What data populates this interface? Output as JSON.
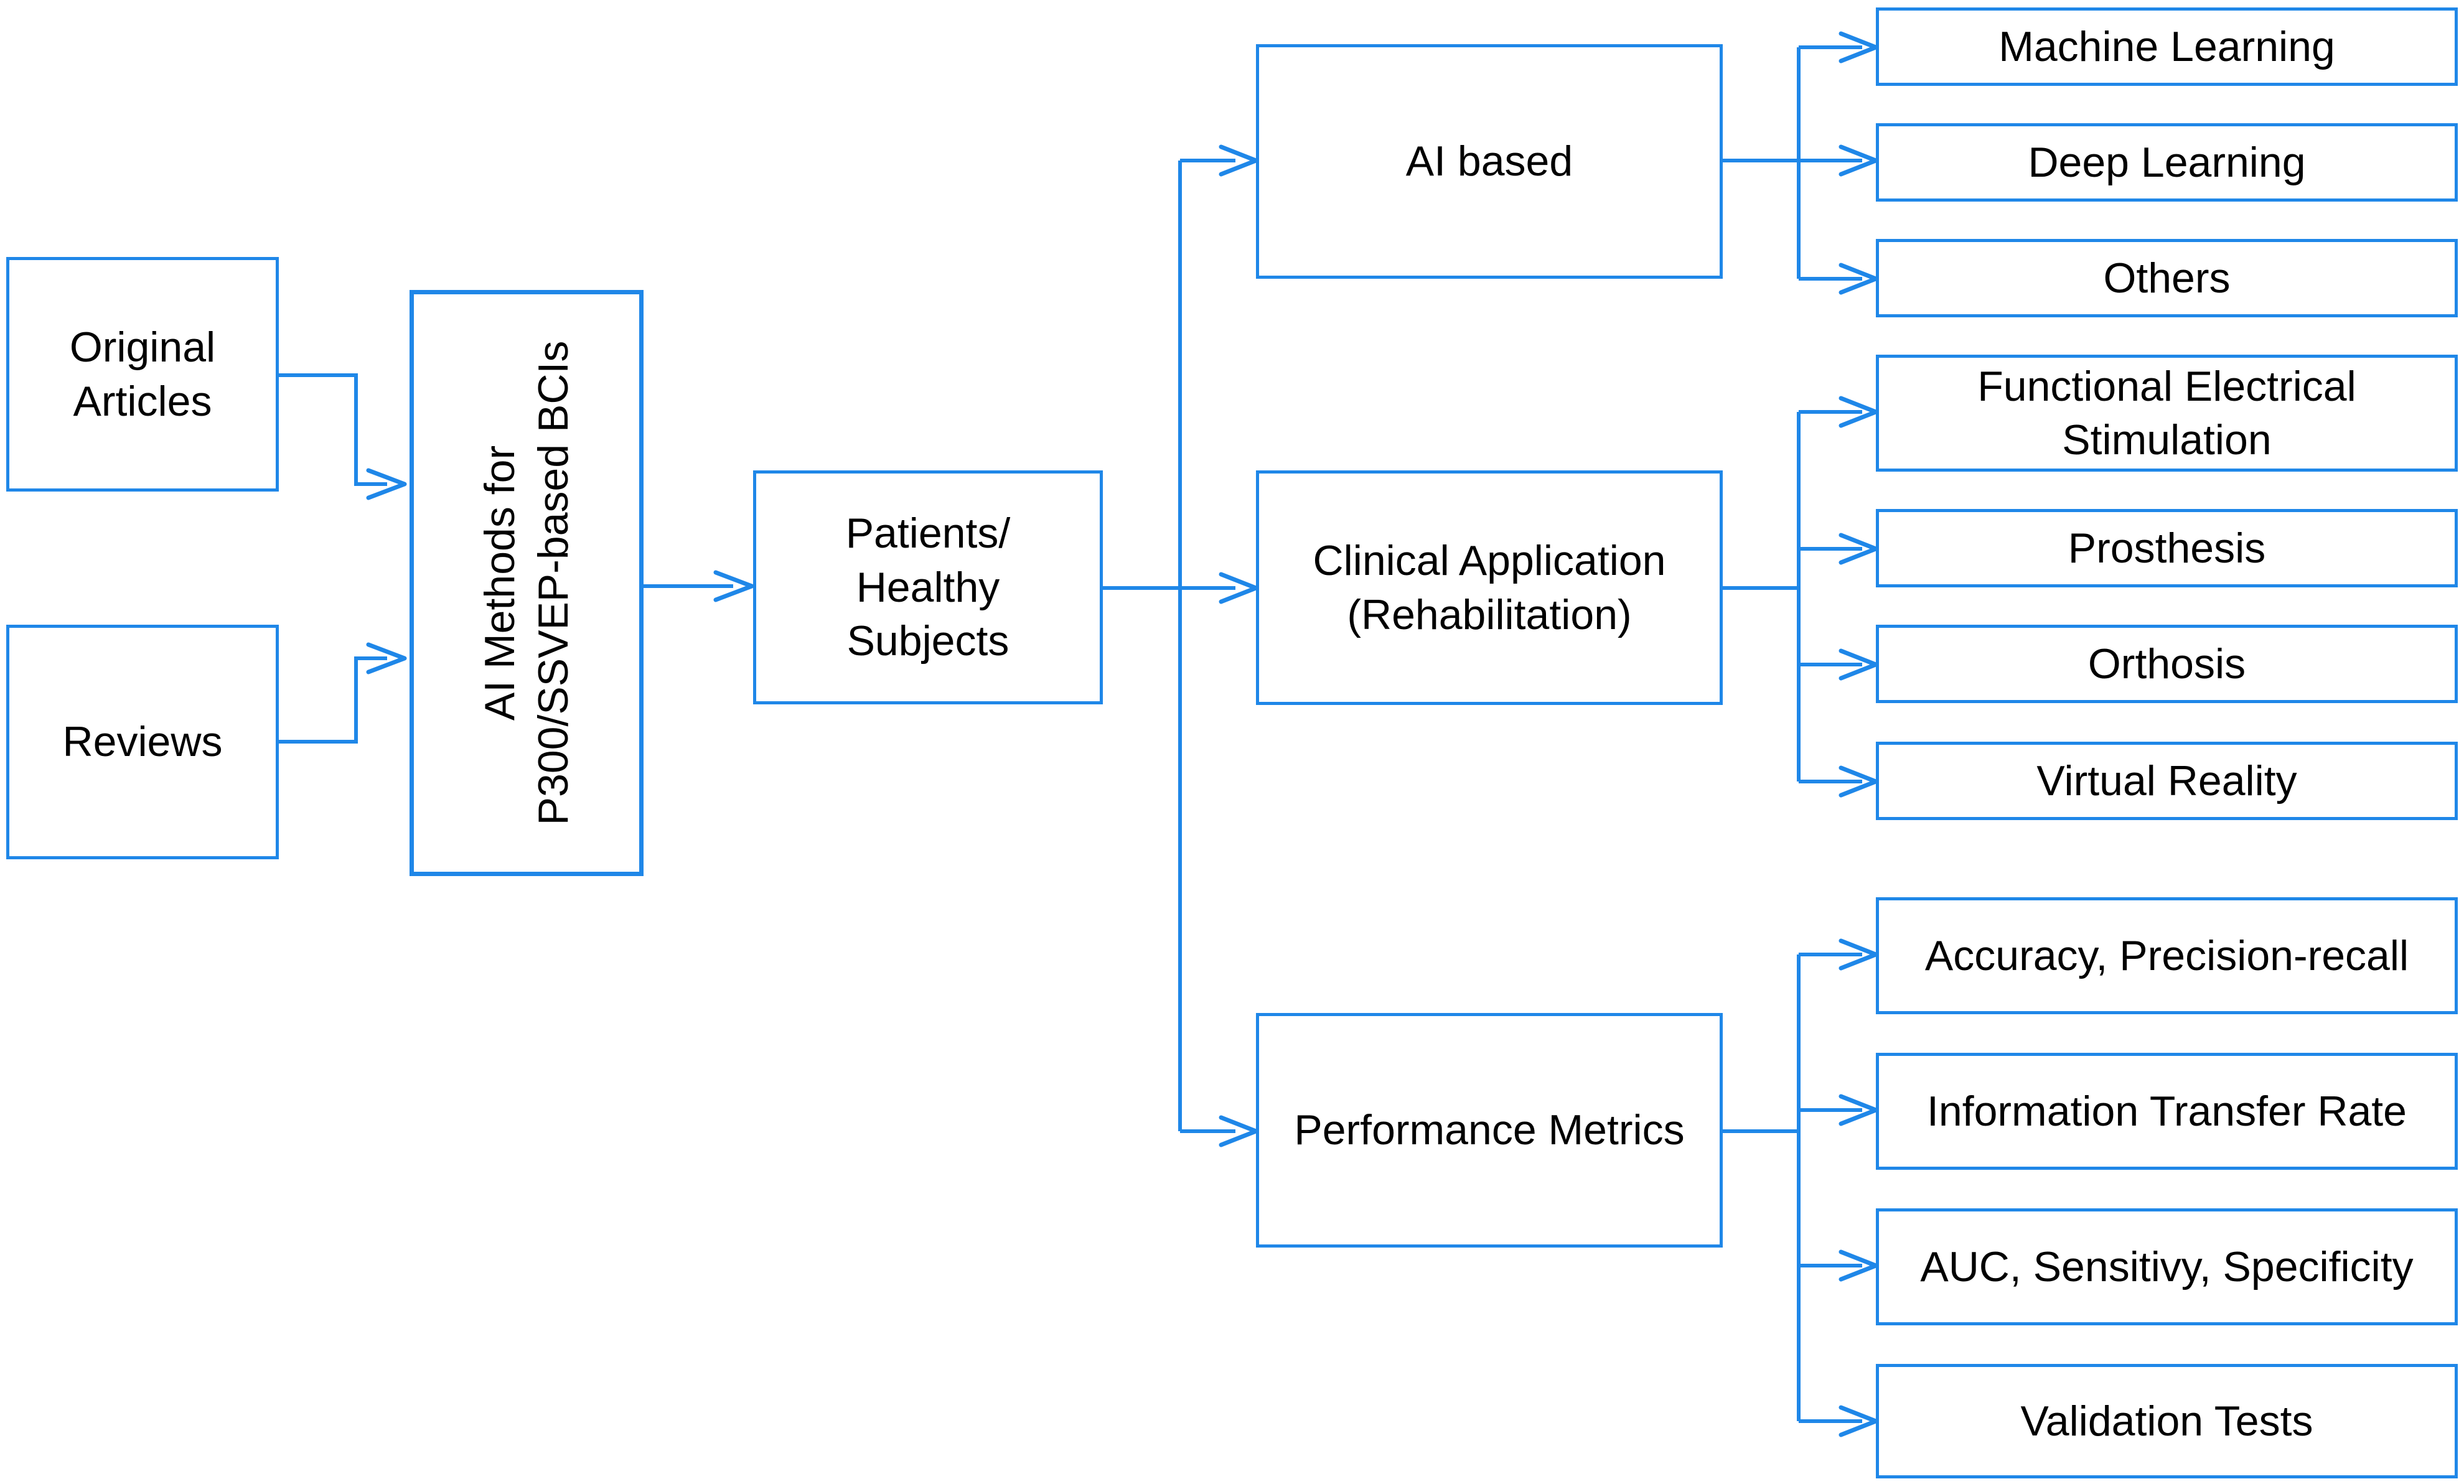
{
  "colors": {
    "stroke": "#1f87e8",
    "text": "#000000",
    "background": "#ffffff"
  },
  "diagram": {
    "sources": {
      "original_articles": "Original\nArticles",
      "reviews": "Reviews"
    },
    "central": "AI Methods for\nP300/SSVEP-based BCIs",
    "subjects": "Patients/\nHealthy\nSubjects",
    "categories": {
      "ai_based": "AI based",
      "clinical": "Clinical Application\n(Rehabilitation)",
      "performance": "Performance Metrics"
    },
    "ai_leaves": [
      "Machine Learning",
      "Deep Learning",
      "Others"
    ],
    "clinical_leaves": [
      "Functional Electrical\nStimulation",
      "Prosthesis",
      "Orthosis",
      "Virtual Reality"
    ],
    "performance_leaves": [
      "Accuracy, Precision-recall",
      "Information Transfer Rate",
      "AUC, Sensitivy, Specificity",
      "Validation Tests"
    ]
  }
}
